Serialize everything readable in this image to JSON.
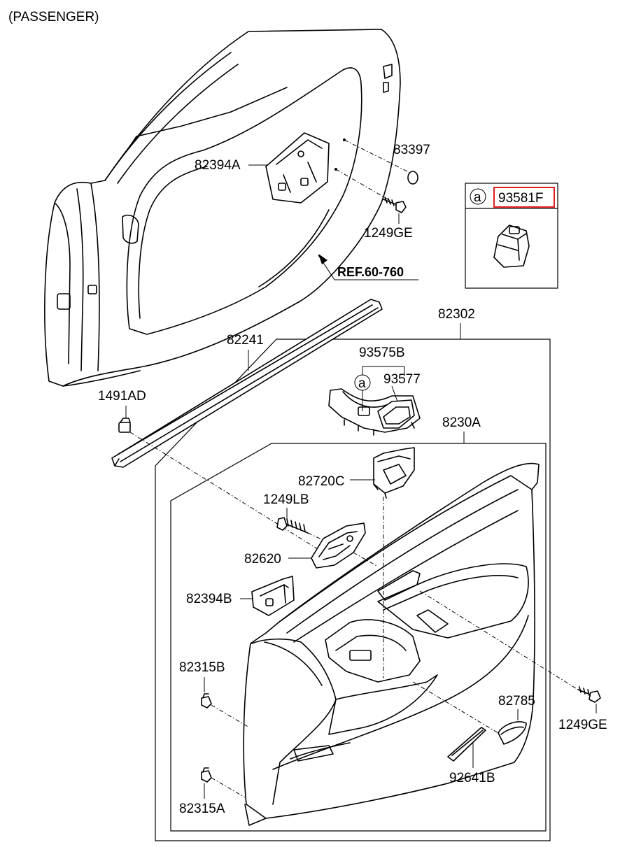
{
  "header": {
    "variant": "(PASSENGER)"
  },
  "reference": {
    "label": "REF.60-760"
  },
  "callout": {
    "marker": "a",
    "part": "93581F",
    "highlight_color": "#e02020"
  },
  "parts": {
    "p83397": "83397",
    "p82394A": "82394A",
    "p1249GE_top": "1249GE",
    "p82302": "82302",
    "p82241": "82241",
    "p93575B": "93575B",
    "p93577": "93577",
    "p1491AD": "1491AD",
    "p8230A": "8230A",
    "p82720C": "82720C",
    "p1249LB": "1249LB",
    "p82620": "82620",
    "p82394B": "82394B",
    "p82315B": "82315B",
    "p82785": "82785",
    "p1249GE_bottom": "1249GE",
    "p92641B": "92641B",
    "p82315A": "82315A"
  },
  "switch_marker": "a"
}
